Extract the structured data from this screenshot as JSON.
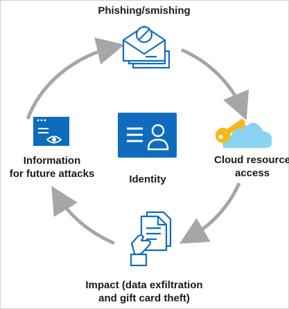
{
  "diagram": {
    "nodes": {
      "phishing": {
        "label": "Phishing/smishing",
        "icon": "envelope-blocked-icon"
      },
      "cloud": {
        "label_line1": "Cloud resource",
        "label_line2": "access",
        "icon": "key-cloud-icon"
      },
      "impact": {
        "label_line1": "Impact (data exfiltration",
        "label_line2": "and gift card theft)",
        "icon": "hand-document-icon"
      },
      "information": {
        "label_line1": "Information",
        "label_line2": "for future attacks",
        "icon": "browser-eye-icon"
      },
      "identity": {
        "label": "Identity",
        "icon": "identity-card-icon"
      }
    },
    "colors": {
      "accent_blue": "#0f6cbd",
      "arrow_gray": "#a6a6a6",
      "key_gold": "#f4b81c",
      "cloud_blue": "#8ad3f2",
      "text": "#1a1a1a"
    }
  }
}
